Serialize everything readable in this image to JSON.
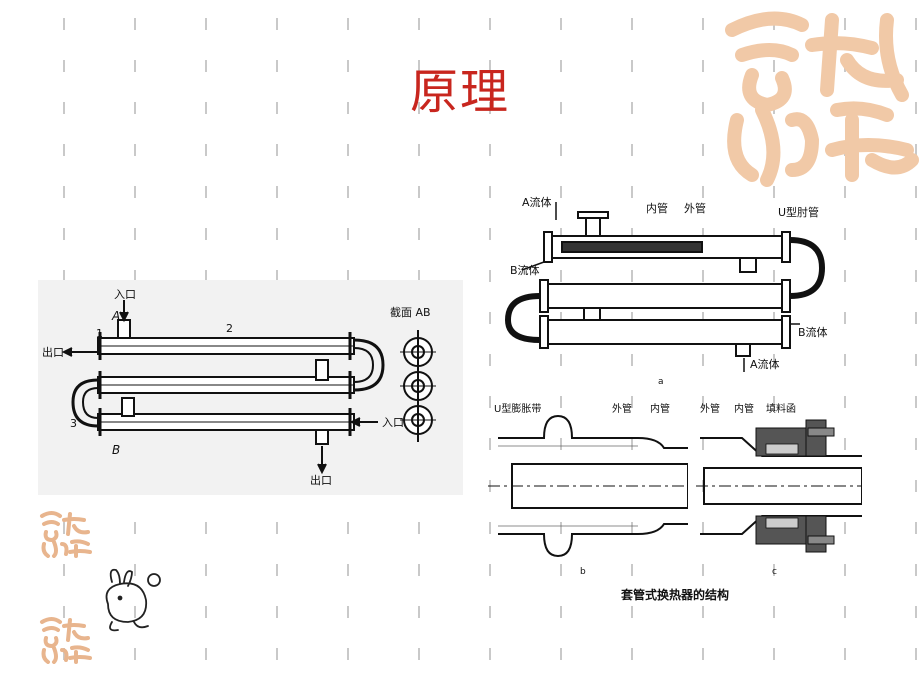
{
  "slide": {
    "title": "原理",
    "logo_text": "吉祥如意",
    "colors": {
      "title": "#c8261e",
      "logo": "#f1c9a7",
      "dash": "#c9c9c9"
    }
  },
  "left_figure": {
    "label_inlet_top": "入口",
    "label_A": "A",
    "label_1": "1",
    "label_2": "2",
    "label_3": "3",
    "label_outlet_left": "出口",
    "label_inlet_right": "入口",
    "label_B": "B",
    "label_outlet_bottom": "出口",
    "section_label": "截面 AB"
  },
  "figure_a": {
    "label_fluid_A_top": "A流体",
    "label_inner_pipe": "内管",
    "label_outer_pipe": "外管",
    "label_u_elbow": "U型肘管",
    "label_fluid_B_left": "B流体",
    "label_fluid_B_right": "B流体",
    "label_fluid_A_bottom": "A流体",
    "caption": "a"
  },
  "figure_b": {
    "label_u_bellows": "U型膨胀带",
    "label_outer_pipe": "外管",
    "label_inner_pipe": "内管",
    "caption": "b"
  },
  "figure_c": {
    "label_outer_pipe": "外管",
    "label_inner_pipe": "内管",
    "label_packing_box": "填料函",
    "caption": "c"
  },
  "figure_caption": "套管式换热器的结构"
}
